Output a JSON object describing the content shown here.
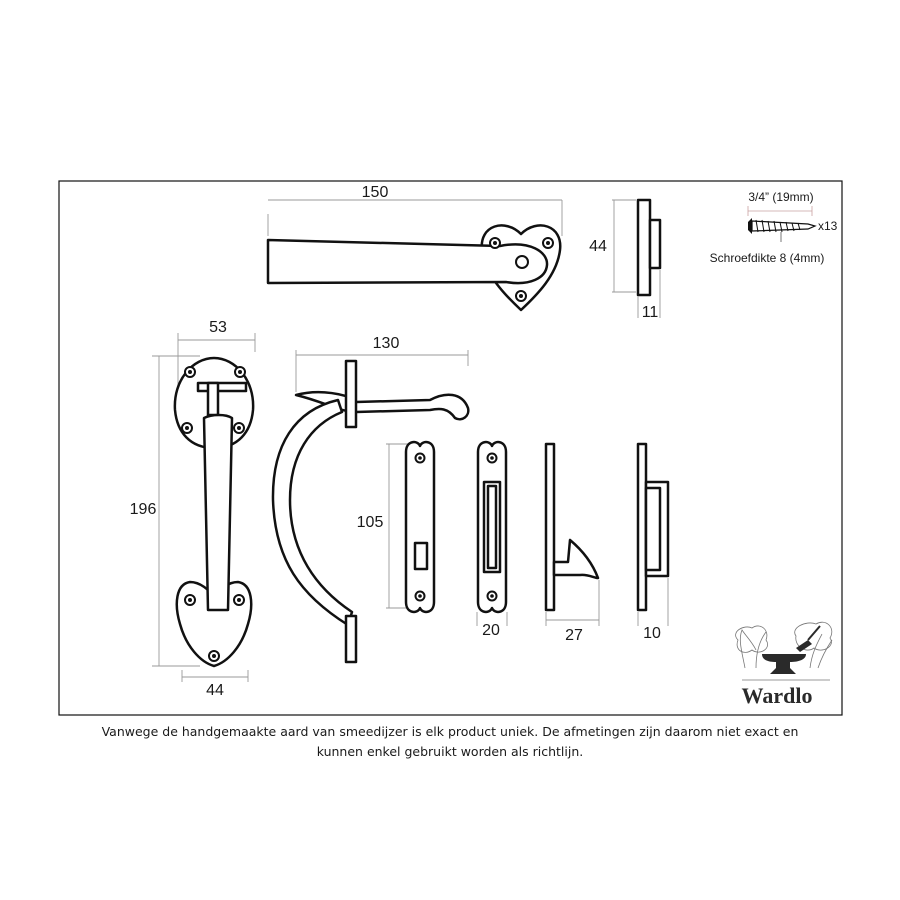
{
  "dimensions": {
    "top_lever_length": "150",
    "keeper_height": "44",
    "keeper_depth": "11",
    "handle_plate_width": "53",
    "handle_height": "196",
    "handle_bottom_plate_width": "44",
    "thumb_lever_length": "130",
    "slotted_plate_height": "105",
    "slotted_plate_width": "20",
    "hook_depth": "27",
    "keeper_plate_depth": "10"
  },
  "screw": {
    "length": "3/4” (19mm)",
    "count": "x13",
    "gauge": "Schroefdikte 8 (4mm)"
  },
  "brand": {
    "name": "Wardlo"
  },
  "disclaimer": {
    "line1": "Vanwege de handgemaakte aard van smeedijzer is elk product uniek. De afmetingen zijn daarom niet exact en",
    "line2": "kunnen enkel gebruikt worden als richtlijn."
  }
}
